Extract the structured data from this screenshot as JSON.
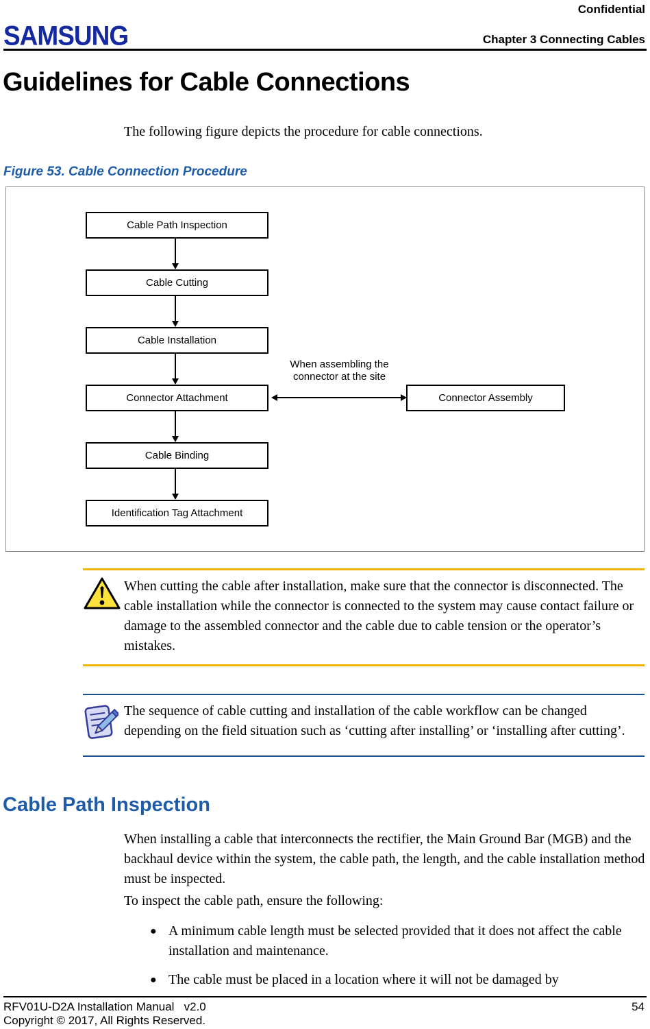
{
  "header": {
    "confidential": "Confidential",
    "logo_text": "SAMSUNG",
    "chapter": "Chapter 3 Connecting Cables"
  },
  "title": "Guidelines for Cable Connections",
  "intro": "The following figure depicts the procedure for cable connections.",
  "figure": {
    "caption": "Figure 53. Cable Connection Procedure",
    "nodes": [
      "Cable Path Inspection",
      "Cable Cutting",
      "Cable Installation",
      "Connector Attachment",
      "Cable Binding",
      "Identification Tag Attachment"
    ],
    "side_node": "Connector Assembly",
    "arrow_label_line1": "When assembling the",
    "arrow_label_line2": "connector at the site"
  },
  "warning": {
    "icon": "warning-triangle-icon",
    "text": "When cutting the cable after installation, make sure that the connector is disconnected. The cable installation while the connector is connected to the system may cause contact failure or damage to the assembled connector and the cable due to cable tension or the operator’s mistakes."
  },
  "note": {
    "icon": "notepad-pencil-icon",
    "text": "The sequence of cable cutting and installation of the cable workflow can be changed depending on the field situation such as ‘cutting after installing’ or ‘installing after cutting’."
  },
  "section": {
    "heading": "Cable Path Inspection",
    "para1": "When installing a cable that interconnects the rectifier, the Main Ground Bar (MGB) and the backhaul device within the system, the cable path, the length, and the cable installation method must be inspected.",
    "para2": "To inspect the cable path, ensure the following:",
    "bullet_glyph": "●",
    "bullets": [
      "A minimum cable length must be selected provided that it does not affect the cable installation and maintenance.",
      "The cable must be placed in a location where it will not be damaged by"
    ]
  },
  "footer": {
    "manual": "RFV01U-D2A Installation Manual   v2.0",
    "page": "54",
    "copyright": "Copyright © 2017, All Rights Reserved."
  },
  "colors": {
    "samsung_blue": "#1428A0",
    "heading_blue": "#1E5CA9",
    "warning_rule": "#F0B400",
    "note_rule": "#1F4E8C",
    "warning_triangle_fill": "#FFE13B"
  }
}
